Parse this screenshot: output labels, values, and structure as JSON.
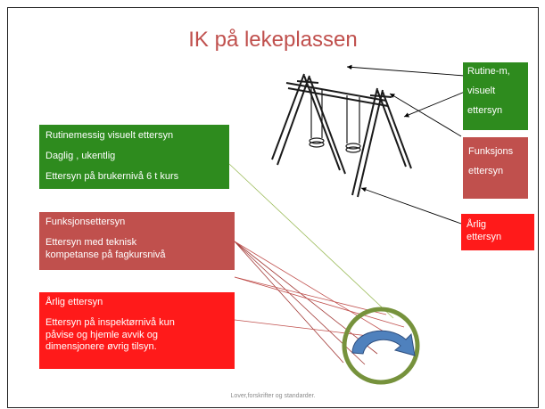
{
  "slide": {
    "title": "IK på lekeplassen",
    "footer": "Lover,forskrifter og standarder."
  },
  "boxes": {
    "rutine_small": {
      "lines": [
        "Rutine-m,",
        "visuelt",
        "ettersyn"
      ]
    },
    "funksjon_small": {
      "lines": [
        "Funksjons",
        "ettersyn"
      ]
    },
    "arlig_small": {
      "lines": [
        "Årlig",
        "ettersyn"
      ]
    },
    "rutine_main": {
      "lines": [
        "Rutinemessig  visuelt ettersyn",
        "Daglig , ukentlig",
        "Ettersyn  på brukernivå  6 t kurs"
      ]
    },
    "funksjon_main": {
      "lines": [
        "Funksjonsettersyn",
        "Ettersyn med teknisk kompetanse på fagkursnivå"
      ]
    },
    "arlig_main": {
      "lines": [
        "Årlig ettersyn",
        "Ettersyn  på inspektørnivå kun påvise og hjemle avvik og dimensjonere øvrig tilsyn."
      ]
    }
  },
  "colors": {
    "title": "#c0504d",
    "green_box": "#2e8b1e",
    "rose_box": "#c0504d",
    "red_box": "#ff1a1a",
    "circle_ring": "#76923c",
    "cycle_arrow": "#4f81bd"
  },
  "icons": {
    "swing": "swing-set-drawing",
    "cycle": "circular-arrow-icon"
  }
}
